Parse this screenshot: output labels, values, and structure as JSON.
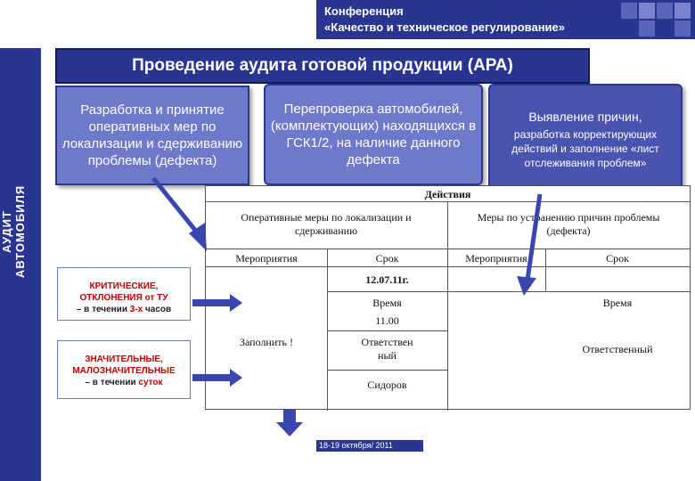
{
  "header": {
    "line1": "Конференция",
    "line2": "«Качество и техническое регулирование»"
  },
  "sidebar": {
    "vertical_label_1": "АУДИТ",
    "vertical_label_2": "АВТОМОБИЛЯ"
  },
  "title": "Проведение аудита готовой продукции (АРА)",
  "bubbles": {
    "left": "Разработка и принятие оперативных мер по локализации и сдерживанию проблемы (дефекта)",
    "middle": "Перепроверка автомобилей, (комплектующих) находящихся в ГСК1/2, на наличие данного дефекта",
    "right_lead": "Выявление причин,",
    "right_rest": "разработка корректирующих действий и заполнение «лист отслеживания проблем»"
  },
  "table": {
    "header": "Действия",
    "group_left": "Оперативные меры по локализации и сдерживанию",
    "group_right": "Меры по устранению причин проблемы (дефекта)",
    "col_measures_left": "Мероприятия",
    "col_term_left": "Срок",
    "col_measures_right": "Мероприятия",
    "col_term_right": "Срок",
    "date": "12.07.11г.",
    "time_label": "Время",
    "time_value": "11.00",
    "fill_note": "Заполнить !",
    "responsible_left": "Ответствен ный",
    "responsible_name": "Сидоров",
    "time_right": "Время",
    "responsible_right": "Ответственный"
  },
  "severity": {
    "critical_title": "КРИТИЧЕСКИЕ, ОТКЛОНЕНИЯ от ТУ",
    "critical_term_prefix": "– в течении",
    "critical_term_value": "3-х",
    "critical_term_suffix": "часов",
    "significant_title": "ЗНАЧИТЕЛЬНЫЕ, МАЛОЗНАЧИТЕЛЬНЫЕ",
    "significant_term_prefix": "– в течении",
    "significant_term_value": "суток"
  },
  "footer": {
    "dates": "18-19 октября/ 2011"
  },
  "colors": {
    "navy": "#2a3591",
    "bubble": "#6f79cc",
    "arrow": "#3a46b0",
    "accent_red": "#c00000"
  }
}
